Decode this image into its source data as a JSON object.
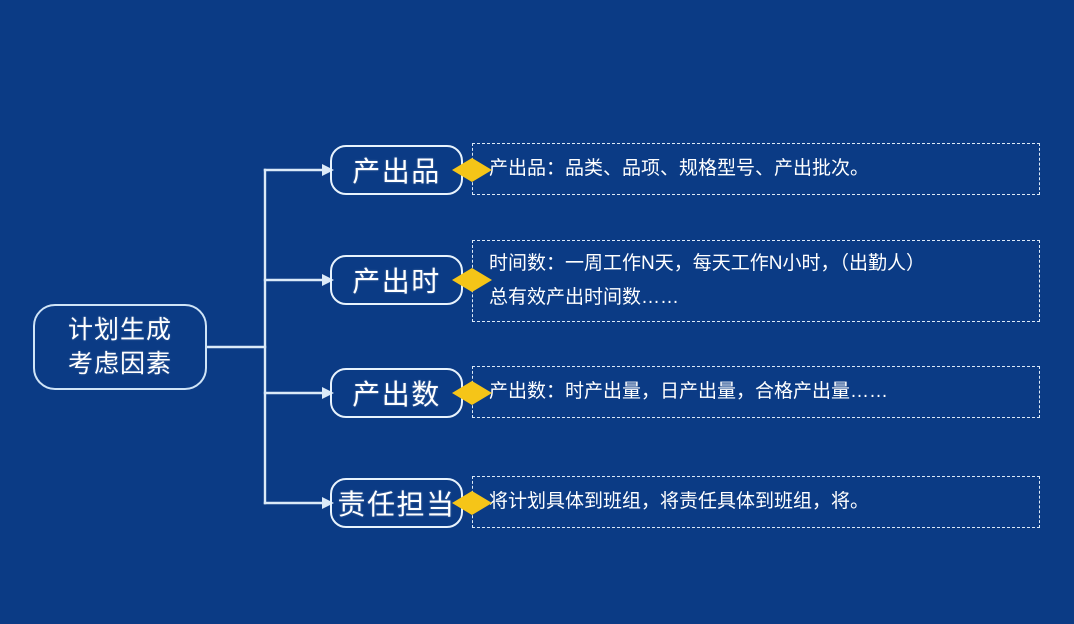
{
  "diagram": {
    "title": "计划生成考虑因素",
    "background_color": "#0b3b85",
    "node_border_color": "#e8f3fd",
    "connector_color": "#dbeaf8",
    "accent_color": "#f5c518",
    "text_color": "#ffffff"
  },
  "root": {
    "line1": "计划生成",
    "line2": "考虑因素"
  },
  "branches": [
    {
      "label": "产出品",
      "description_lines": [
        "产出品：品类、品项、规格型号、产出批次。"
      ]
    },
    {
      "label": "产出时",
      "description_lines": [
        "时间数：一周工作N天，每天工作N小时，（出勤人）",
        "总有效产出时间数……"
      ]
    },
    {
      "label": "产出数",
      "description_lines": [
        "产出数：时产出量，日产出量，合格产出量……"
      ]
    },
    {
      "label": "责任担当",
      "description_lines": [
        "将计划具体到班组，将责任具体到班组，将。"
      ]
    }
  ]
}
